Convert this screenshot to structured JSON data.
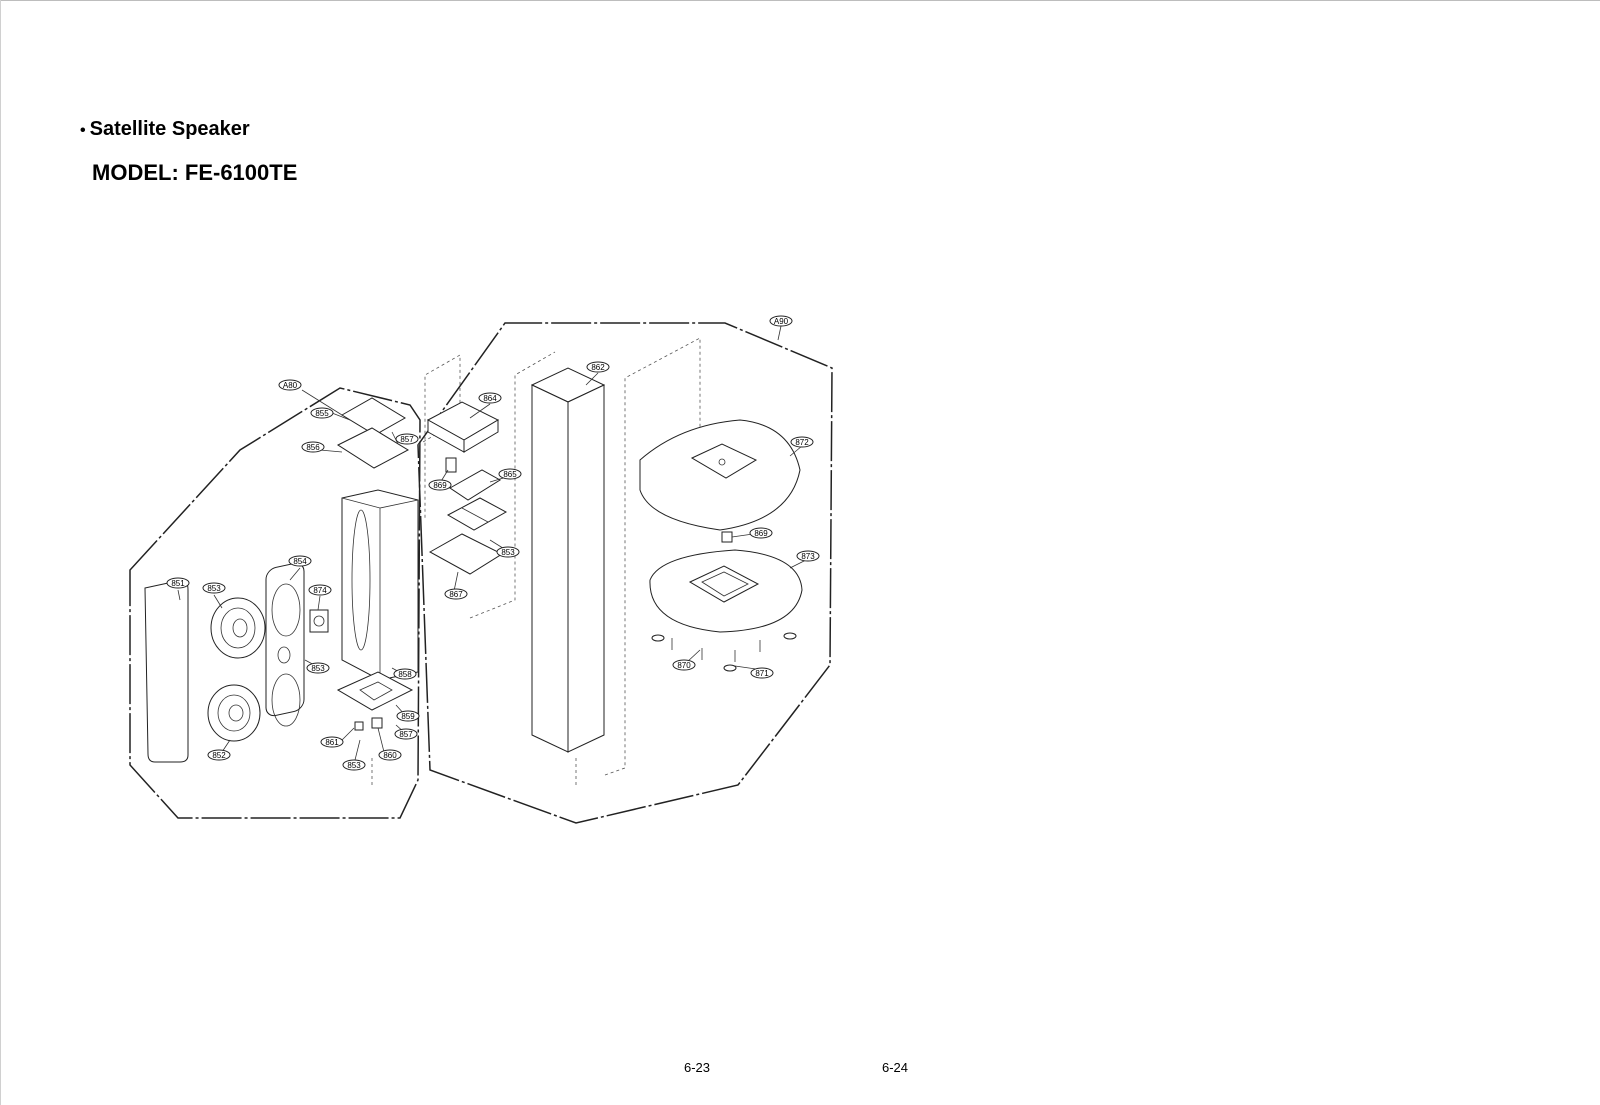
{
  "heading": {
    "bullet": "•",
    "title": "Satellite Speaker",
    "model": "MODEL: FE-6100TE"
  },
  "footer": {
    "page_left": "6-23",
    "page_right": "6-24"
  },
  "assemblies": [
    "A80",
    "A90"
  ],
  "part_labels": {
    "a80": "A80",
    "a90": "A90",
    "p851": "851",
    "p852": "852",
    "p853a": "853",
    "p853b": "853",
    "p853c": "853",
    "p853d": "853",
    "p854": "854",
    "p855": "855",
    "p856": "856",
    "p857a": "857",
    "p857b": "857",
    "p858": "858",
    "p859": "859",
    "p860": "860",
    "p861": "861",
    "p862": "862",
    "p864": "864",
    "p865": "865",
    "p867": "867",
    "p869a": "869",
    "p869b": "869",
    "p870": "870",
    "p871": "871",
    "p872": "872",
    "p873": "873",
    "p874": "874"
  }
}
